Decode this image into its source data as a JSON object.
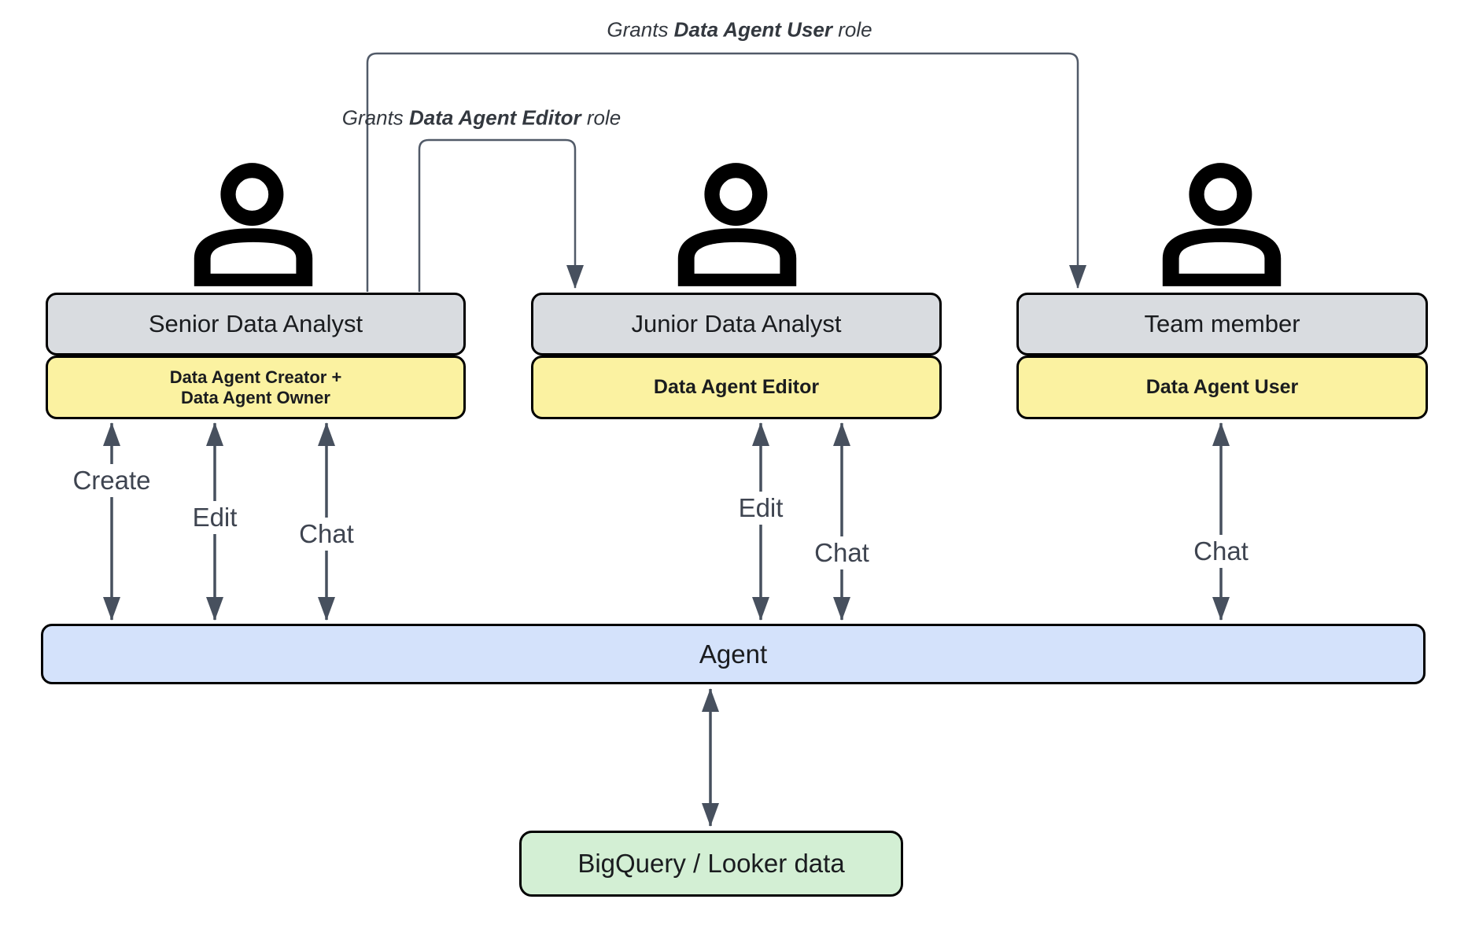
{
  "annotations": {
    "grant_user": {
      "prefix": "Grants ",
      "role": "Data Agent User",
      "suffix": " role"
    },
    "grant_editor": {
      "prefix": "Grants ",
      "role": "Data Agent Editor",
      "suffix": " role"
    }
  },
  "actors": [
    {
      "title": "Senior Data Analyst",
      "role_lines": [
        "Data Agent Creator +",
        "Data Agent Owner"
      ],
      "actions": [
        "Create",
        "Edit",
        "Chat"
      ]
    },
    {
      "title": "Junior Data Analyst",
      "role_lines": [
        "Data Agent Editor"
      ],
      "actions": [
        "Edit",
        "Chat"
      ]
    },
    {
      "title": "Team member",
      "role_lines": [
        "Data Agent User"
      ],
      "actions": [
        "Chat"
      ]
    }
  ],
  "agent": {
    "label": "Agent"
  },
  "datasource": {
    "label": "BigQuery / Looker data"
  },
  "colors": {
    "actor_box": "#D9DCE0",
    "role_box": "#FBF2A1",
    "agent_bar": "#D4E2FB",
    "data_box": "#D3EFD4",
    "arrow": "#47505E",
    "border": "#000000"
  }
}
